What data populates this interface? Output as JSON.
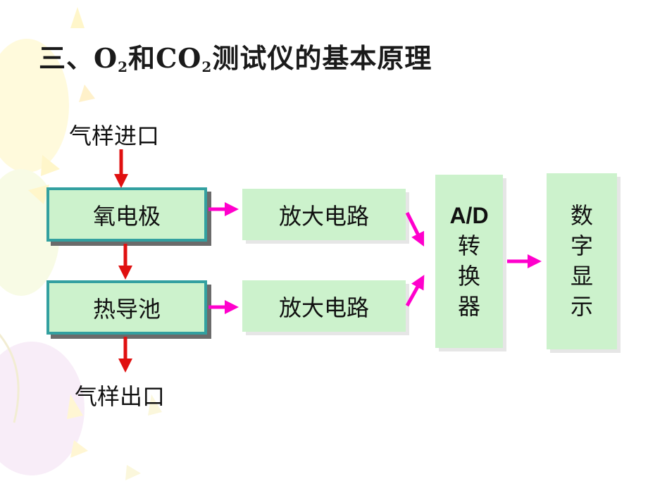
{
  "title": {
    "prefix": "三、",
    "o": "O",
    "o_sub": "2",
    "and": "和",
    "co": "CO",
    "co_sub": "2",
    "rest": "测试仪的基本原理"
  },
  "inlet_label": "气样进口",
  "outlet_label": "气样出口",
  "boxes": {
    "oxygen_electrode": "氧电极",
    "thermal_cell": "热导池",
    "amplifier_top": "放大电路",
    "amplifier_bottom": "放大电路",
    "adc": [
      "A/D",
      "转",
      "换",
      "器"
    ],
    "display": [
      "数",
      "字",
      "显",
      "示"
    ]
  },
  "colors": {
    "red_arrow": "#e01010",
    "magenta_arrow": "#ff00cc",
    "box_fill": "#ccf2cc",
    "box_border": "#33a0a0"
  }
}
